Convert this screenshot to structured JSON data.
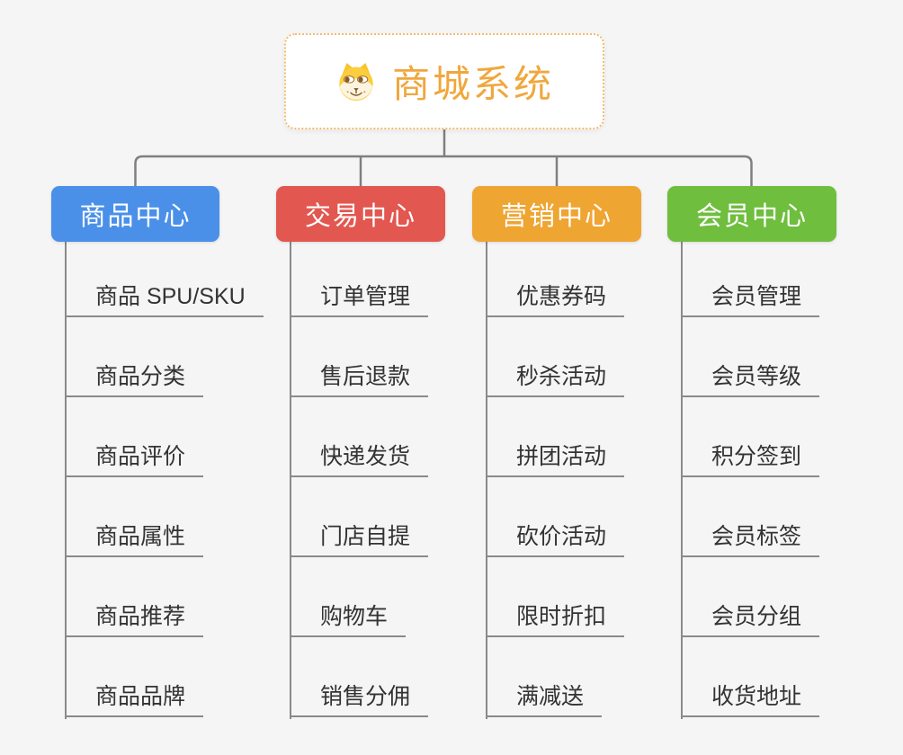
{
  "root": {
    "title": "商城系统",
    "icon": "doge-face-icon"
  },
  "branches": [
    {
      "label": "商品中心",
      "color": "#4a90e8",
      "children": [
        "商品 SPU/SKU",
        "商品分类",
        "商品评价",
        "商品属性",
        "商品推荐",
        "商品品牌"
      ]
    },
    {
      "label": "交易中心",
      "color": "#e2574f",
      "children": [
        "订单管理",
        "售后退款",
        "快递发货",
        "门店自提",
        "购物车",
        "销售分佣"
      ]
    },
    {
      "label": "营销中心",
      "color": "#efa531",
      "children": [
        "优惠券码",
        "秒杀活动",
        "拼团活动",
        "砍价活动",
        "限时折扣",
        "满减送"
      ]
    },
    {
      "label": "会员中心",
      "color": "#6fbe3e",
      "children": [
        "会员管理",
        "会员等级",
        "积分签到",
        "会员标签",
        "会员分组",
        "收货地址"
      ]
    }
  ],
  "colors": {
    "background": "#f5f5f6",
    "root_accent": "#f0a73c",
    "root_border": "#f2bc6b",
    "connector": "#7f7f7f",
    "underline": "#8a8a8a",
    "item_text": "#333333"
  }
}
